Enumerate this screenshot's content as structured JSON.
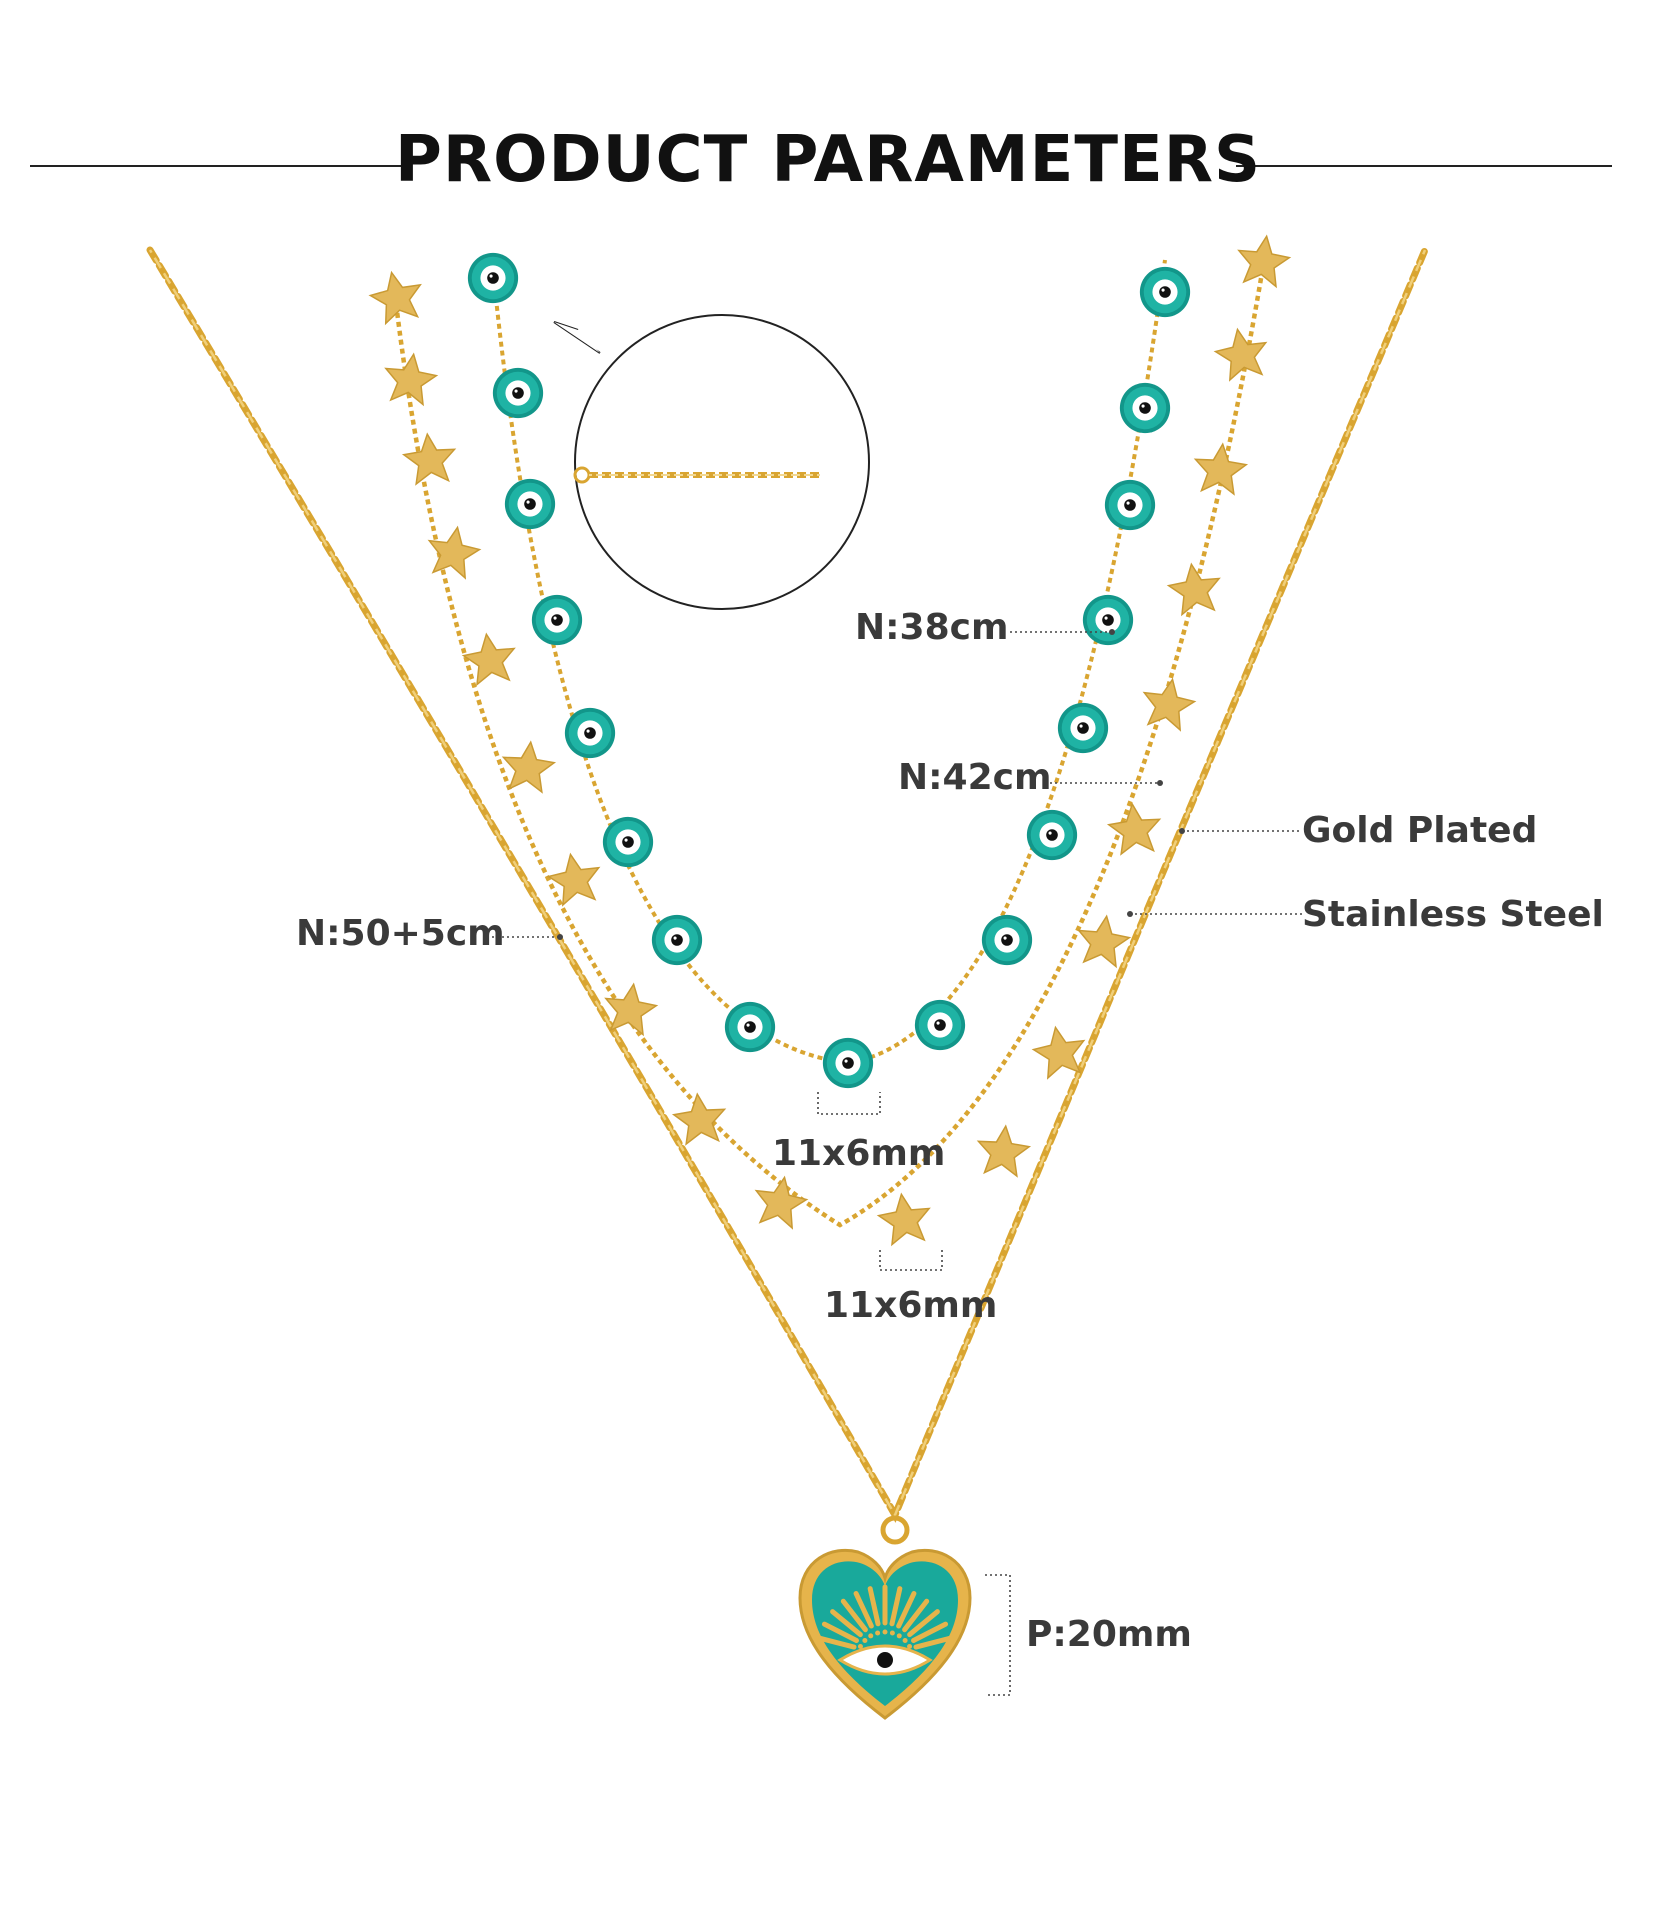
{
  "header": {
    "title": "PRODUCT PARAMETERS"
  },
  "labels": {
    "eye_chain_length": "N:38cm",
    "star_chain_length": "N:42cm",
    "pendant_chain_length": "N:50+5cm",
    "material_plating": "Gold Plated",
    "material_base": "Stainless Steel",
    "eye_bead_size": "11x6mm",
    "star_size": "11x6mm",
    "pendant_size": "P:20mm"
  },
  "colors": {
    "gold": "#d9a531",
    "gold_light": "#f0cf7a",
    "turquoise": "#16a79a",
    "text": "#3a3a3a",
    "title": "#111111"
  },
  "icons": {
    "bead": "evil-eye-bead-icon",
    "star": "star-charm-icon",
    "pendant": "heart-evil-eye-pendant-icon",
    "extender": "extender-chain-icon"
  }
}
